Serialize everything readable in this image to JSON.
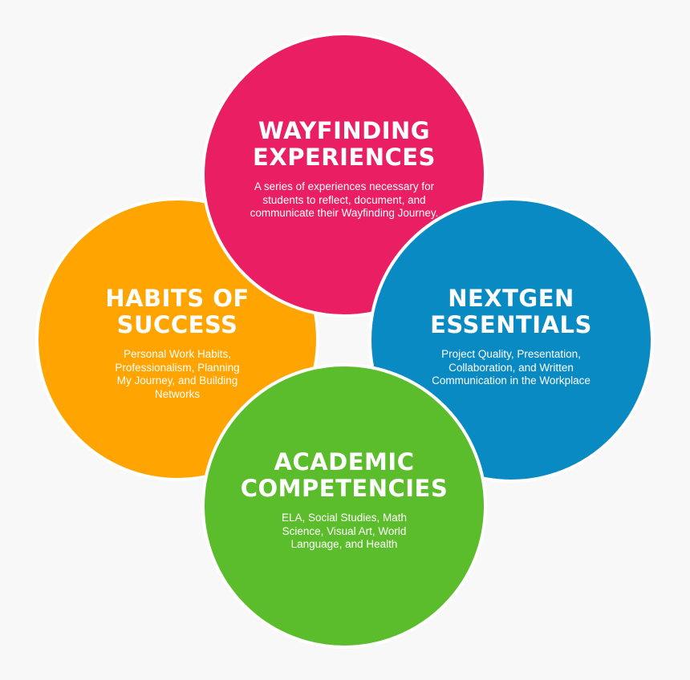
{
  "diagram": {
    "circles": [
      {
        "id": "wayfinding",
        "title_lines": [
          "WAYFINDING",
          "EXPERIENCES"
        ],
        "description": "A series of experiences necessary for students to reflect, document, and communicate their Wayfinding Journey.",
        "color": "#e91e63"
      },
      {
        "id": "habits",
        "title_lines": [
          "HABITS OF",
          "SUCCESS"
        ],
        "description": "Personal Work Habits, Professionalism, Planning My Journey, and Building Networks",
        "color": "#ffa400"
      },
      {
        "id": "nextgen",
        "title_lines": [
          "NEXTGEN",
          "ESSENTIALS"
        ],
        "description": "Project Quality, Presentation, Collaboration, and Written Communication in the Workplace",
        "color": "#0a8ac2"
      },
      {
        "id": "academic",
        "title_lines": [
          "ACADEMIC",
          "COMPETENCIES"
        ],
        "description": "ELA, Social Studies, Math Science, Visual Art, World Language, and Health",
        "color": "#5bbd2b"
      }
    ]
  }
}
